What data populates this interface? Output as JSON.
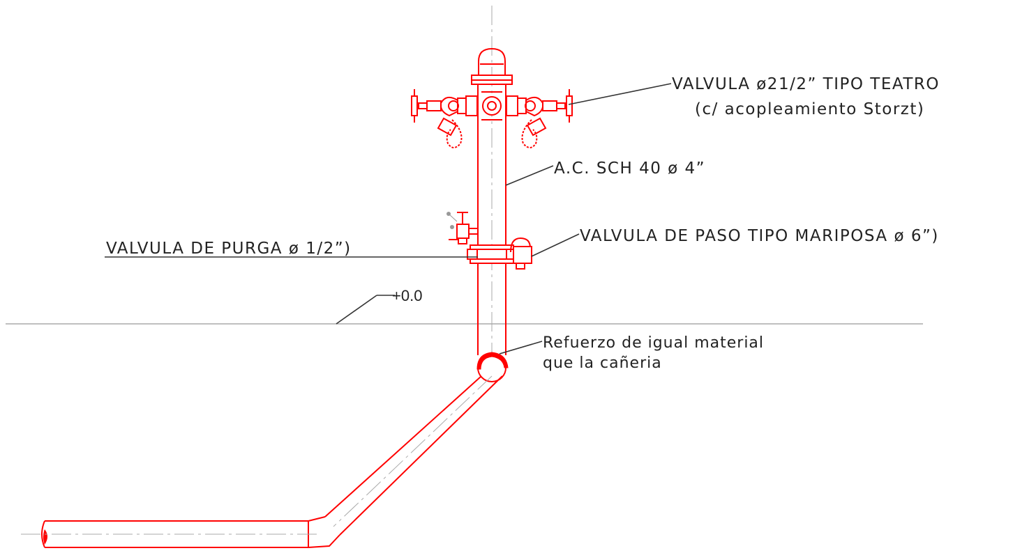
{
  "labels": {
    "teatro_valve_line1": "VALVULA ø21/2” TIPO TEATRO",
    "teatro_valve_line2": "(c/ acopleamiento Storzt)",
    "pipe_spec": "A.C. SCH 40 ø 4”",
    "purge_valve": "VALVULA DE PURGA ø 1/2”)",
    "butterfly_valve": "VALVULA DE PASO TIPO MARIPOSA ø 6”)",
    "level": "+0.0",
    "reinforcement_line1": "Refuerzo de igual material",
    "reinforcement_line2": "que la cañeria"
  },
  "colors": {
    "pipe": "#ff0000",
    "leader": "#333333",
    "ground": "#aaaaaa",
    "text": "#222222"
  }
}
